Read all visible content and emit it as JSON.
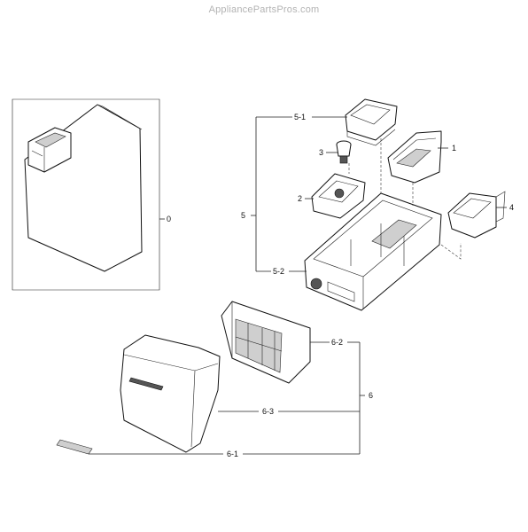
{
  "watermark": "AppliancePartsPros.com",
  "callouts": {
    "c0": "0",
    "c1": "1",
    "c2": "2",
    "c3": "3",
    "c4": "4",
    "c5": "5",
    "c5_1": "5-1",
    "c5_2": "5-2",
    "c6": "6",
    "c6_1": "6-1",
    "c6_2": "6-2",
    "c6_3": "6-3"
  }
}
